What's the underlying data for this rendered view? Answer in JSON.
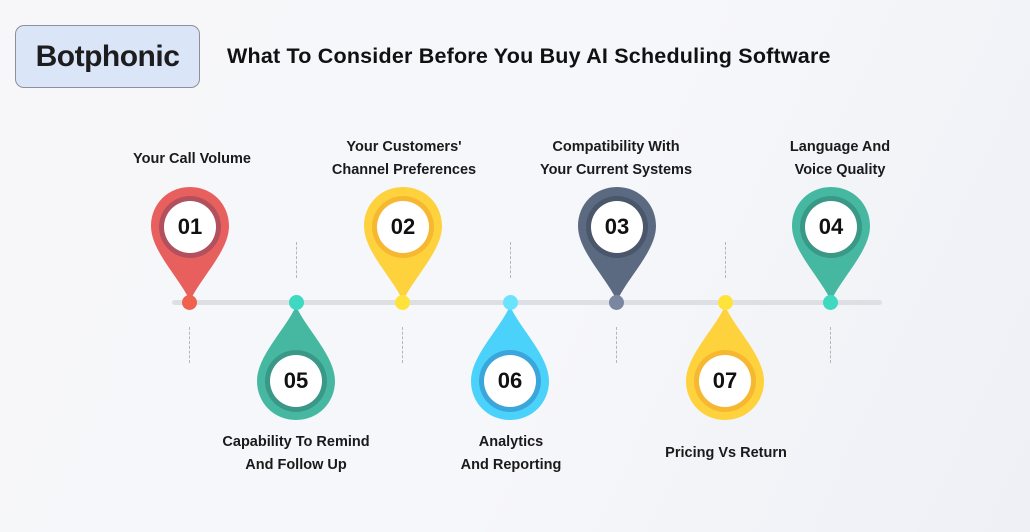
{
  "header": {
    "logo_text": "Botphonic",
    "logo_accent_color": "#f05a1a",
    "title": "What To Consider Before You Buy AI Scheduling Software"
  },
  "items": [
    {
      "number": "01",
      "line1": "Your Call Volume",
      "line2": "",
      "position": "top",
      "color": "#e8605e",
      "ring": "#b2505e",
      "dot": "#f0604e"
    },
    {
      "number": "02",
      "line1": "Your Customers'",
      "line2": "Channel Preferences",
      "position": "top",
      "color": "#fdd23c",
      "ring": "#f6b731",
      "dot": "#ffe33b"
    },
    {
      "number": "03",
      "line1": "Compatibility With",
      "line2": "Your Current Systems",
      "position": "top",
      "color": "#5c6a81",
      "ring": "#4a566a",
      "dot": "#7b87a0"
    },
    {
      "number": "04",
      "line1": "Language And",
      "line2": "Voice Quality",
      "position": "top",
      "color": "#46b8a2",
      "ring": "#3a9887",
      "dot": "#3fd9c1"
    },
    {
      "number": "05",
      "line1": "Capability To Remind",
      "line2": "And Follow Up",
      "position": "bottom",
      "color": "#46b8a2",
      "ring": "#3a9887",
      "dot": "#3fd9c1"
    },
    {
      "number": "06",
      "line1": "Analytics",
      "line2": "And Reporting",
      "position": "bottom",
      "color": "#4ad2fb",
      "ring": "#3aa6db",
      "dot": "#6be3ff"
    },
    {
      "number": "07",
      "line1": "Pricing Vs Return",
      "line2": "",
      "position": "bottom",
      "color": "#fdd23c",
      "ring": "#f6b731",
      "dot": "#ffe33b"
    }
  ]
}
